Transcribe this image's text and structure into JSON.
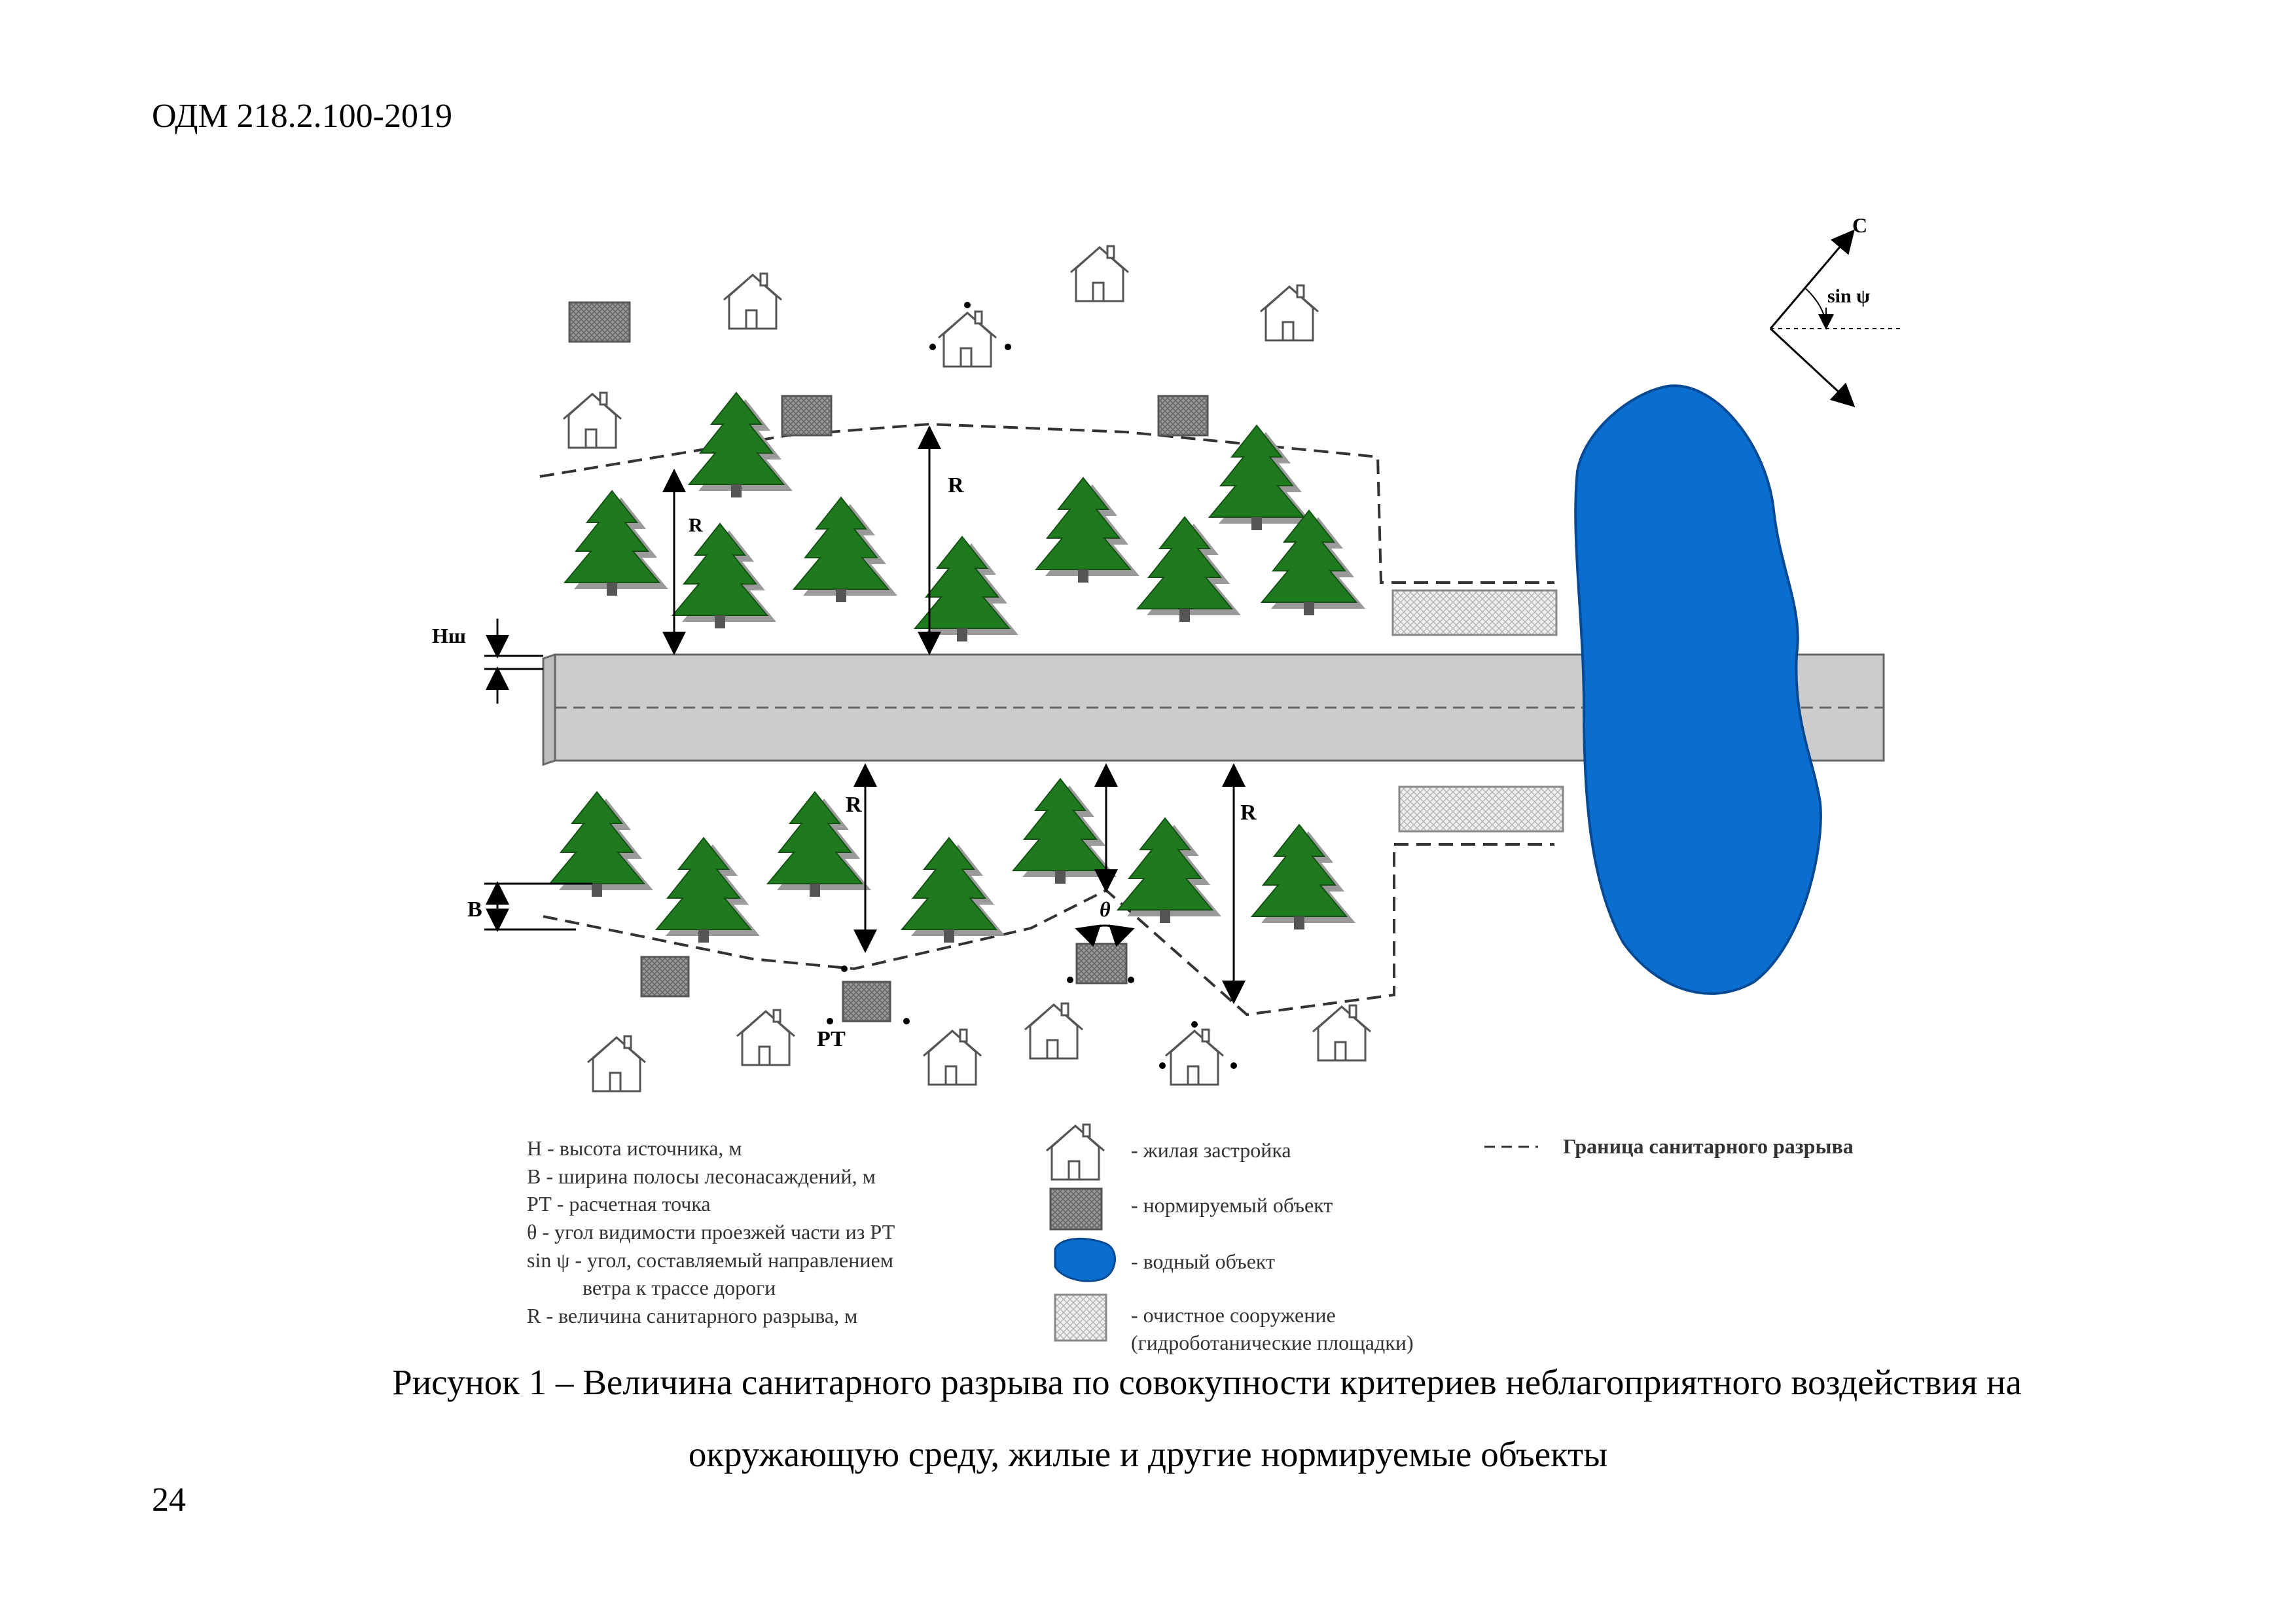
{
  "header": {
    "doc_code": "ОДМ 218.2.100-2019"
  },
  "figure": {
    "labels": {
      "R": "R",
      "H": "Нш",
      "B": "В",
      "PT": "РТ",
      "theta": "θ",
      "north": "С",
      "sin": "sin ψ"
    },
    "legend_left": [
      "H      - высота источника, м",
      "В - ширина полосы лесонасаждений, м",
      "РТ - расчетная точка",
      "θ - угол видимости проезжей части из РТ",
      "sin  ψ - угол, составляемый направлением",
      "ветра к трассе дороги",
      "R - величина санитарного разрыва, м"
    ],
    "legend_symbols": {
      "residential": "- жилая застройка",
      "normed": "- нормируемый объект",
      "water": "- водный объект",
      "treatment_1": "-  очистное сооружение",
      "treatment_2": "(гидроботанические площадки)"
    },
    "legend_boundary": "Граница санитарного разрыва",
    "colors": {
      "tree": "#1f7a1f",
      "water": "#0a6ed1",
      "road": "#cccccc"
    }
  },
  "caption": {
    "line1": "Рисунок 1 – Величина санитарного разрыва по совокупности критериев неблагоприятного воздействия на",
    "line2": "окружающую среду, жилые и другие нормируемые объекты"
  },
  "footer": {
    "page_number": "24"
  }
}
